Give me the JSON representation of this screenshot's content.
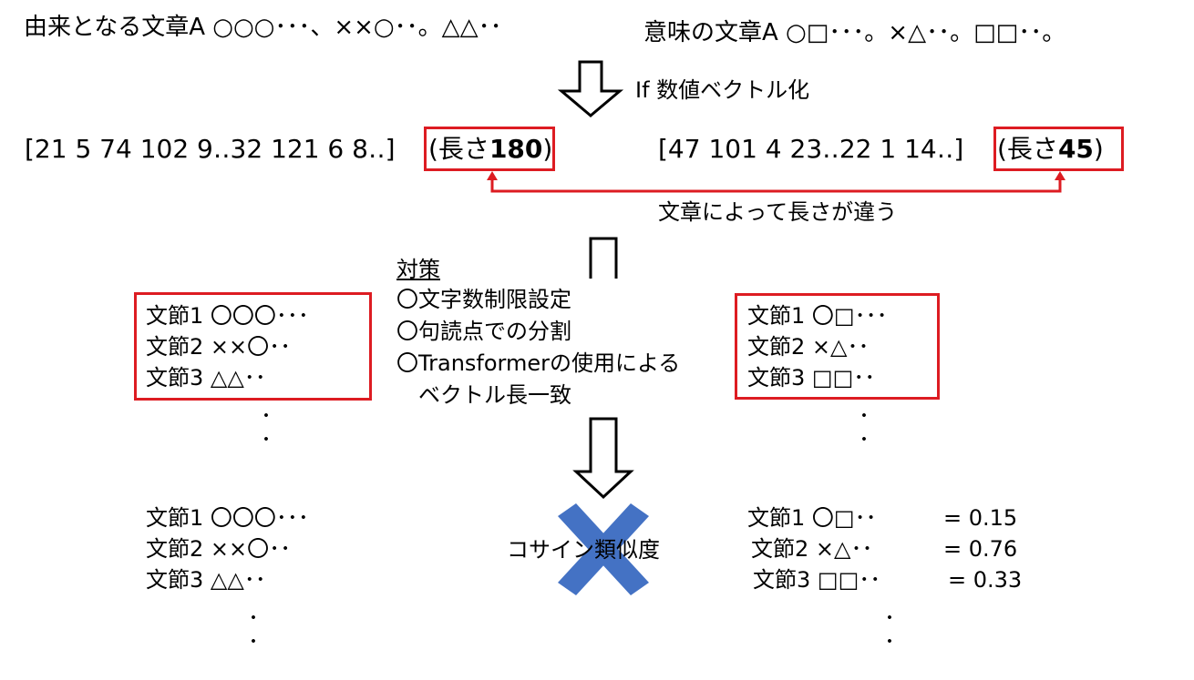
{
  "top": {
    "left_sentence": "由来となる文章A ○○○･･･、××○･･。△△･･",
    "right_sentence": "意味の文章A ○□･･･。×△･･。□□･･。",
    "if_label": "If 数値ベクトル化"
  },
  "vectors": {
    "left_values": "[21 5 74 102 9‥32 121 6 8‥]",
    "left_len_prefix": "(長さ",
    "left_len_value": "180",
    "left_len_suffix": ")",
    "right_values": "[47 101 4 23‥22 1 14‥]",
    "right_len_prefix": "(長さ",
    "right_len_value": "45",
    "right_len_suffix": ")",
    "difference_note": "文章によって長さが違う"
  },
  "countermeasure": {
    "heading": "対策",
    "items": [
      "〇文字数制限設定",
      "〇句読点での分割",
      "〇Transformerの使用による",
      "　ベクトル長一致"
    ]
  },
  "left_clauses": [
    "文節1 〇〇〇･･･",
    "文節2 ××〇･･",
    "文節3 △△･･"
  ],
  "right_clauses": [
    "文節1 〇□･･･",
    "文節2 ×△･･",
    "文節3 □□･･"
  ],
  "bottom_left_clauses": [
    "文節1 〇〇〇･･･",
    "文節2 ××〇･･",
    "文節3 △△･･"
  ],
  "bottom_right": [
    {
      "label": "文節1 〇□･･",
      "score": "= 0.15"
    },
    {
      "label": "文節2 ×△･･",
      "score": "= 0.76"
    },
    {
      "label": "文節3 □□･･",
      "score": "= 0.33"
    }
  ],
  "similarity_label": "コサイン類似度",
  "ellipsis_glyph": "･",
  "colors": {
    "highlight": "#dd1c22",
    "cross": "#4472c4",
    "text": "#000000"
  }
}
